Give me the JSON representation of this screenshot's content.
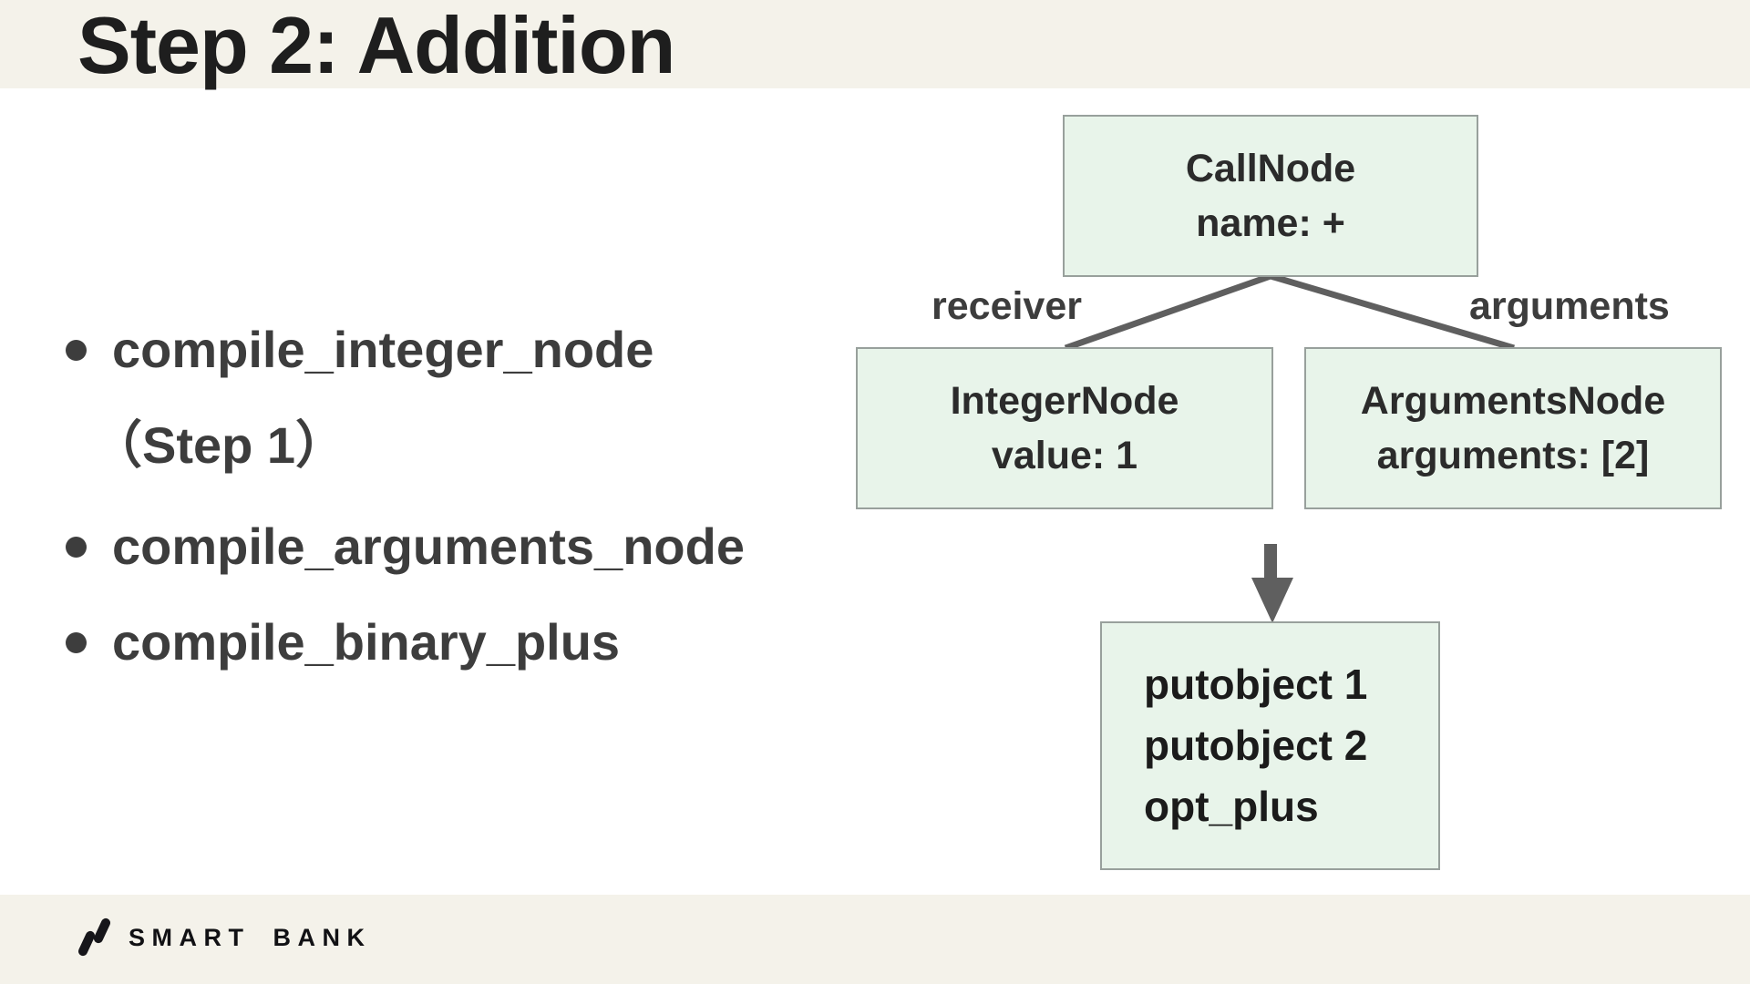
{
  "slide": {
    "title": "Step 2: Addition"
  },
  "bullets": [
    {
      "label": "compile_integer_node",
      "note": "（Step 1）"
    },
    {
      "label": "compile_arguments_node"
    },
    {
      "label": "compile_binary_plus"
    }
  ],
  "diagram": {
    "call_node": {
      "title": "CallNode",
      "attr": "name: +"
    },
    "integer_node": {
      "title": "IntegerNode",
      "attr": "value: 1"
    },
    "arguments_node": {
      "title": "ArgumentsNode",
      "attr": "arguments: [2]"
    },
    "receiver_edge_label": "receiver",
    "arguments_edge_label": "arguments",
    "bytecode": {
      "lines": [
        "putobject 1",
        "putobject 2",
        "opt_plus"
      ]
    }
  },
  "footer": {
    "brand": "SMART BANK"
  },
  "colors": {
    "cream": "#f4f2ea",
    "node_fill": "#e8f4ea",
    "node_border": "#98a09c",
    "edge": "#5f5f5f",
    "text_dark": "#1e1e1e",
    "text_gray": "#3d3d3d",
    "node_text": "#2b2b2b"
  }
}
